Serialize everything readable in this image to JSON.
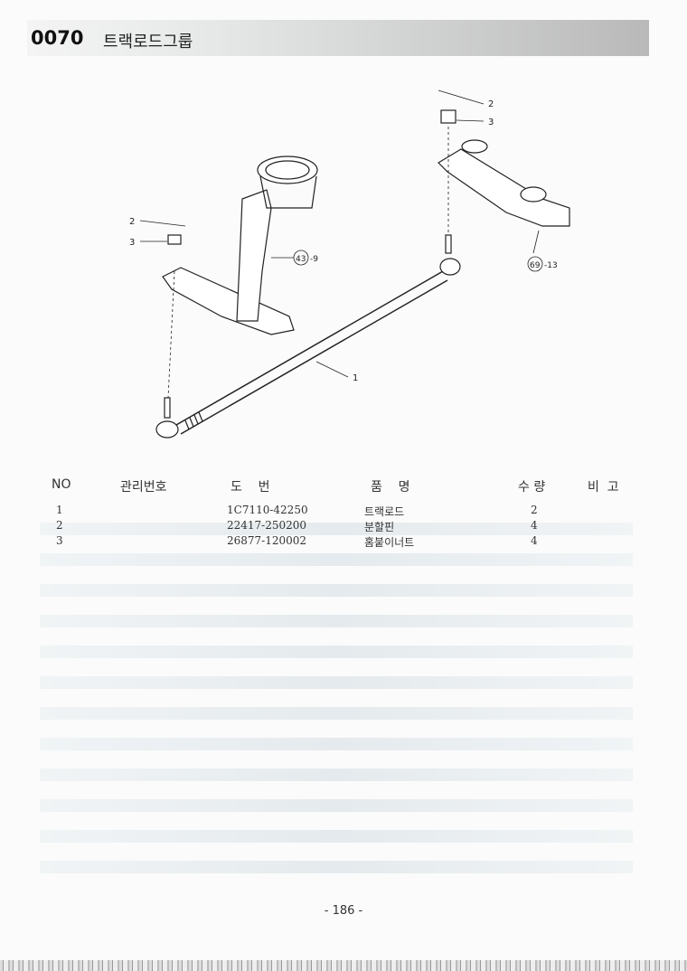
{
  "header": {
    "code": "0070",
    "title": "트랙로드그룹"
  },
  "diagram": {
    "callouts": [
      "2",
      "3",
      "43",
      "-9",
      "69",
      "-13",
      "2",
      "3",
      "1"
    ]
  },
  "table": {
    "columns": [
      "NO",
      "관리번호",
      "도    번",
      "품    명",
      "수 량",
      "비  고"
    ],
    "rows": [
      {
        "no": "1",
        "mgmt": "",
        "part": "1C7110-42250",
        "name": "트랙로드",
        "qty": "2",
        "note": ""
      },
      {
        "no": "2",
        "mgmt": "",
        "part": "22417-250200",
        "name": "분할핀",
        "qty": "4",
        "note": ""
      },
      {
        "no": "3",
        "mgmt": "",
        "part": "26877-120002",
        "name": "홈붙이너트",
        "qty": "4",
        "note": ""
      }
    ]
  },
  "footer": {
    "page": "- 186 -"
  }
}
